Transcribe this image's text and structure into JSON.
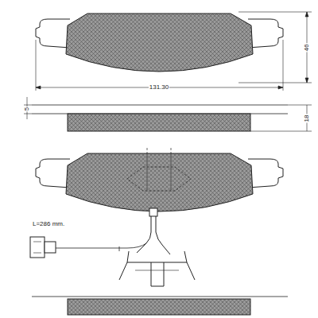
{
  "diagram": {
    "labels": [
      "131.30",
      "46",
      "5",
      "18",
      "L=286 mm."
    ]
  }
}
